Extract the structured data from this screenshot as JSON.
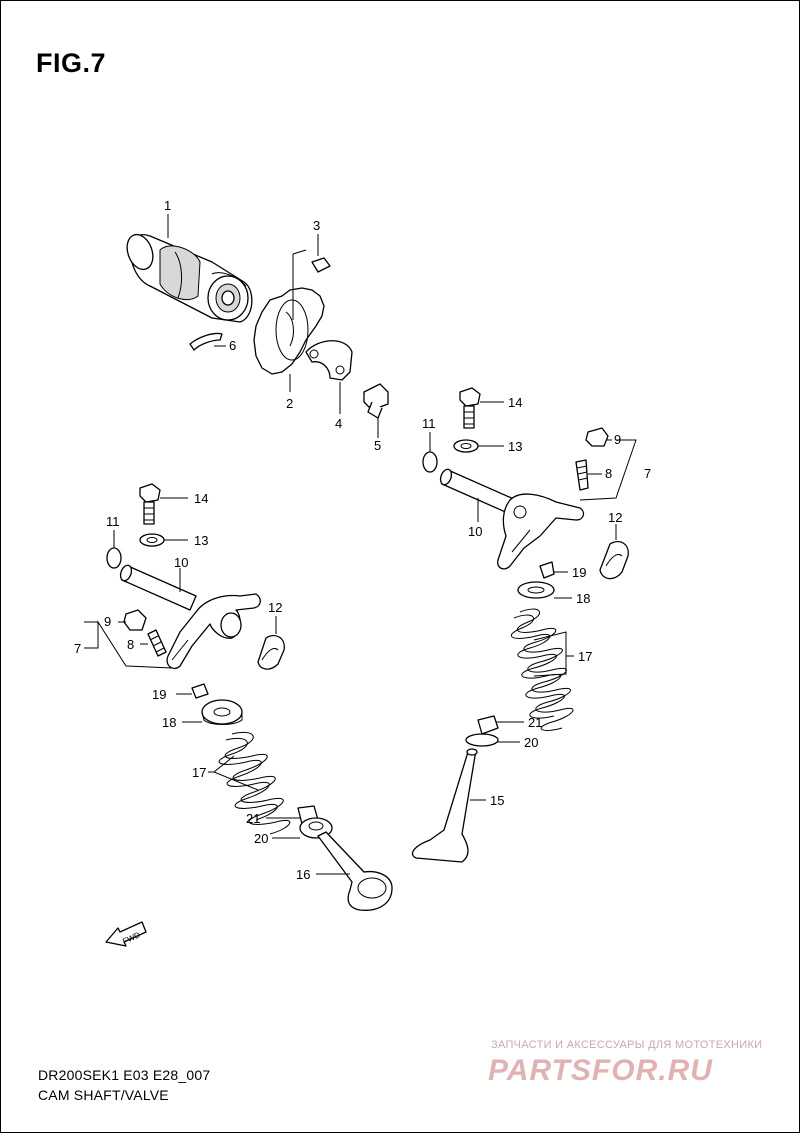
{
  "figure": {
    "title": "FIG.7"
  },
  "footer": {
    "code": "DR200SEK1 E03 E28_007",
    "caption": "CAM SHAFT/VALVE"
  },
  "watermark": {
    "tagline": "ЗАПЧАСТИ И АКСЕССУАРЫ ДЛЯ МОТОТЕХНИКИ",
    "logo_text": "PARTSFOR.RU",
    "color": "#d9a0a0"
  },
  "fwd_arrow": {
    "label": "FWD"
  },
  "callouts": {
    "c1": "1",
    "c2": "2",
    "c3": "3",
    "c4": "4",
    "c5": "5",
    "c6": "6",
    "c7a": "7",
    "c8a": "8",
    "c9a": "9",
    "c10a": "10",
    "c11a": "11",
    "c12a": "12",
    "c13a": "13",
    "c14a": "14",
    "c17a": "17",
    "c18a": "18",
    "c19a": "19",
    "c20a": "20",
    "c21a": "21",
    "c15": "15",
    "c14b": "14",
    "c13b": "13",
    "c11b": "11",
    "c10b": "10",
    "c9b": "9",
    "c8b": "8",
    "c7b": "7",
    "c12b": "12",
    "c19b": "19",
    "c18b": "18",
    "c17b": "17",
    "c21b": "21",
    "c20b": "20",
    "c16": "16"
  }
}
